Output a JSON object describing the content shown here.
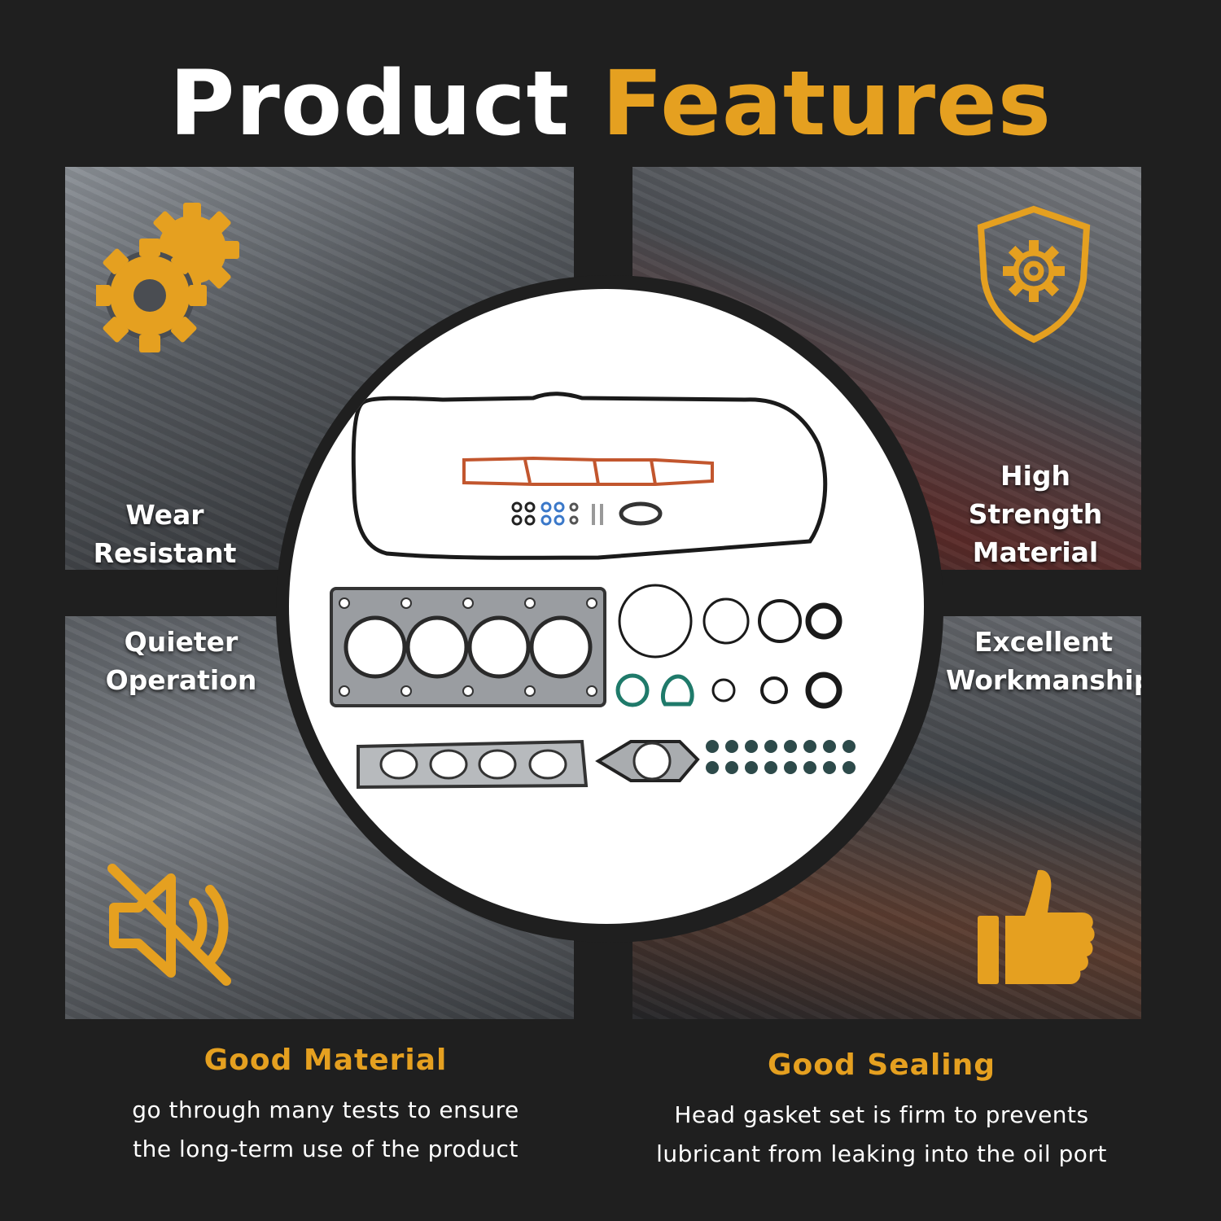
{
  "header": {
    "title_part1": "Product",
    "title_part2": "Features"
  },
  "features": {
    "top_left": {
      "line1": "Wear",
      "line2": "Resistant",
      "icon": "gears-icon"
    },
    "top_right": {
      "line1": "High",
      "line2": "Strength",
      "line3": "Material",
      "icon": "shield-gear-icon"
    },
    "bottom_left": {
      "line1": "Quieter",
      "line2": "Operation",
      "icon": "muted-speaker-icon"
    },
    "bottom_right": {
      "line1": "Excellent",
      "line2": "Workmanship",
      "icon": "thumbs-up-icon"
    }
  },
  "captions": {
    "left": {
      "heading": "Good Material",
      "line1": "go through many tests to ensure",
      "line2": "the long-term use of the product"
    },
    "right": {
      "heading": "Good Sealing",
      "line1": "Head gasket set is firm to prevents",
      "line2": "lubricant from leaking into the oil port"
    }
  },
  "colors": {
    "background": "#1f1f1f",
    "accent": "#e5a020",
    "text": "#ffffff"
  }
}
